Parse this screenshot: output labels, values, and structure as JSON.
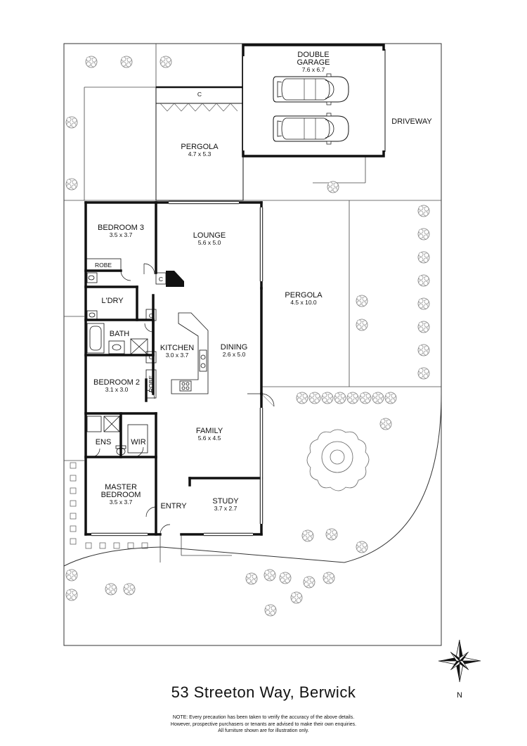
{
  "address": "53 Streeton Way, Berwick",
  "disclaimer": [
    "NOTE: Every precaution has been taken to verify the accuracy of the above details.",
    "However, prospective purchasers or tenants are advised to make their own enquiries.",
    "All furniture shown are for illustration only."
  ],
  "compass": {
    "label": "N"
  },
  "rooms": {
    "double_garage": {
      "name1": "DOUBLE",
      "name2": "GARAGE",
      "size": "7.6 x 6.7"
    },
    "driveway": {
      "name": "DRIVEWAY"
    },
    "pergola_top": {
      "name": "PERGOLA",
      "size": "4.7 x 5.3"
    },
    "pergola_side": {
      "name": "PERGOLA",
      "size": "4.5 x 10.0"
    },
    "bedroom3": {
      "name": "BEDROOM 3",
      "size": "3.5 x 3.7"
    },
    "lounge": {
      "name": "LOUNGE",
      "size": "5.6 x 5.0"
    },
    "laundry": {
      "name": "L'DRY"
    },
    "bath": {
      "name": "BATH"
    },
    "kitchen": {
      "name": "KITCHEN",
      "size": "3.0 x 3.7"
    },
    "dining": {
      "name": "DINING",
      "size": "2.6 x 5.0"
    },
    "bedroom2": {
      "name": "BEDROOM 2",
      "size": "3.1 x 3.0"
    },
    "family": {
      "name": "FAMILY",
      "size": "5.6 x 4.5"
    },
    "ensuite": {
      "name": "ENS"
    },
    "wir": {
      "name": "WIR"
    },
    "master": {
      "name1": "MASTER",
      "name2": "BEDROOM",
      "size": "3.5 x 3.7"
    },
    "entry": {
      "name": "ENTRY"
    },
    "study": {
      "name": "STUDY",
      "size": "3.7 x 2.7"
    }
  },
  "markers": {
    "robe": "ROBE",
    "cupboard": "C"
  }
}
